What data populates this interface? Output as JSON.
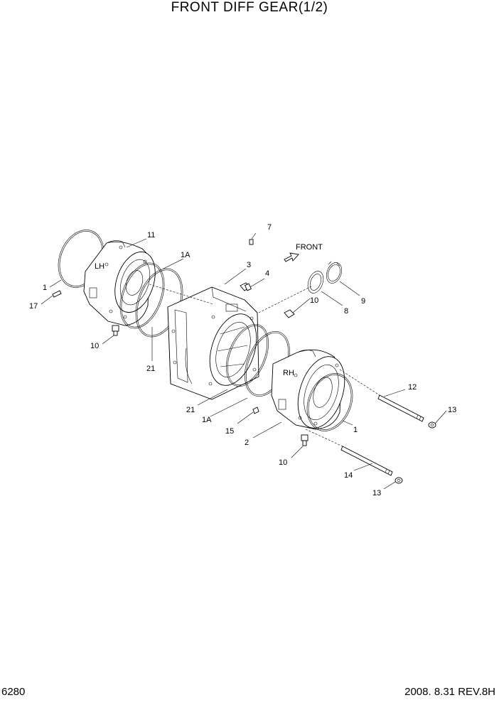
{
  "header": {
    "title": "FRONT DIFF GEAR(1/2)"
  },
  "footer": {
    "page_number": "6280",
    "revision": "2008. 8.31  REV.8H"
  },
  "diagram": {
    "front_label": "FRONT",
    "side_labels": {
      "left": "LH",
      "right": "RH"
    },
    "part_labels": {
      "p11": "11",
      "p1a_top": "1A",
      "p1_left": "1",
      "p17": "17",
      "p10_left": "10",
      "p21_left": "21",
      "p7": "7",
      "p3": "3",
      "p4": "4",
      "p10_mid": "10",
      "p8": "8",
      "p9": "9",
      "p12": "12",
      "p13_right": "13",
      "p1_right": "1",
      "p21_low": "21",
      "p1a_low": "1A",
      "p15": "15",
      "p2": "2",
      "p10_bottom": "10",
      "p14": "14",
      "p13_bottom": "13"
    }
  }
}
